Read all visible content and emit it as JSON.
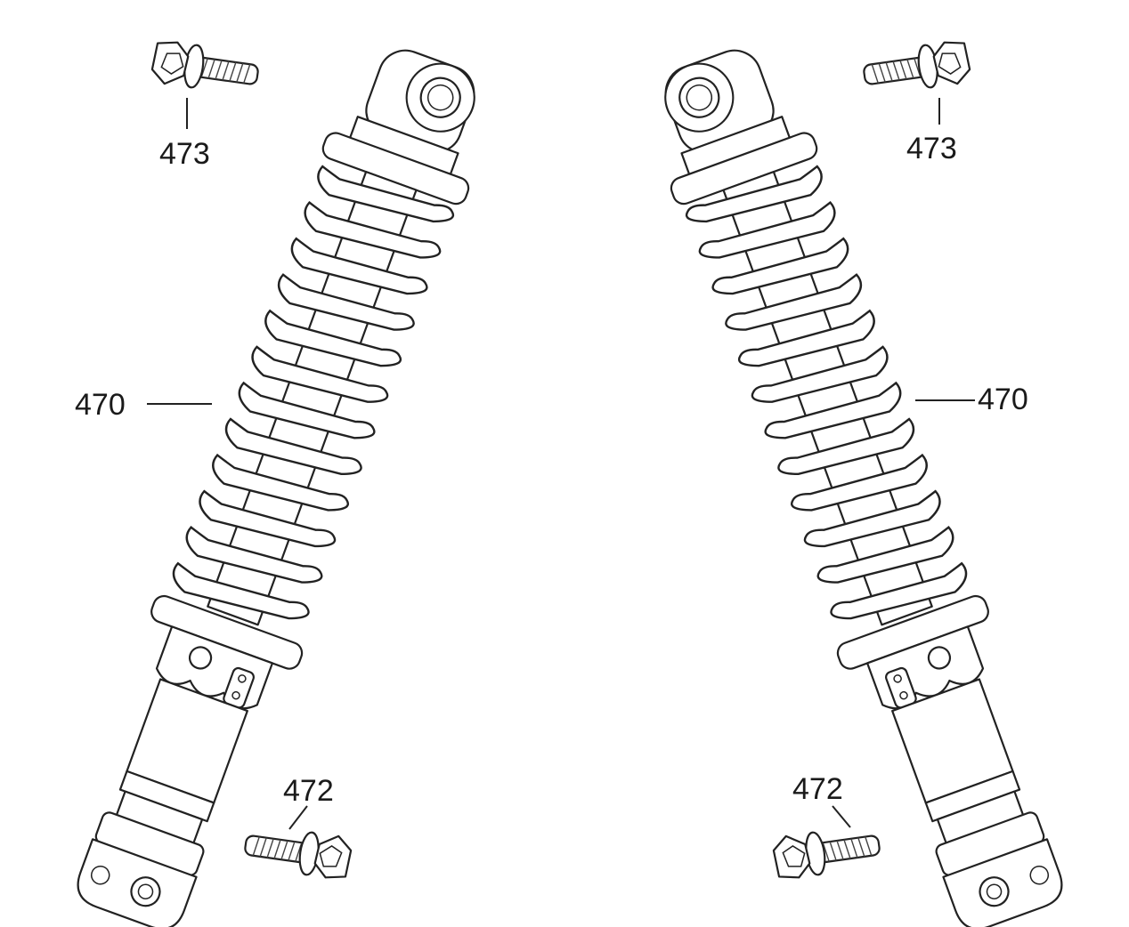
{
  "parts": {
    "shock_absorber": "470",
    "lower_bolt": "472",
    "upper_bolt": "473"
  },
  "colors": {
    "line": "#222222",
    "background": "#ffffff"
  }
}
